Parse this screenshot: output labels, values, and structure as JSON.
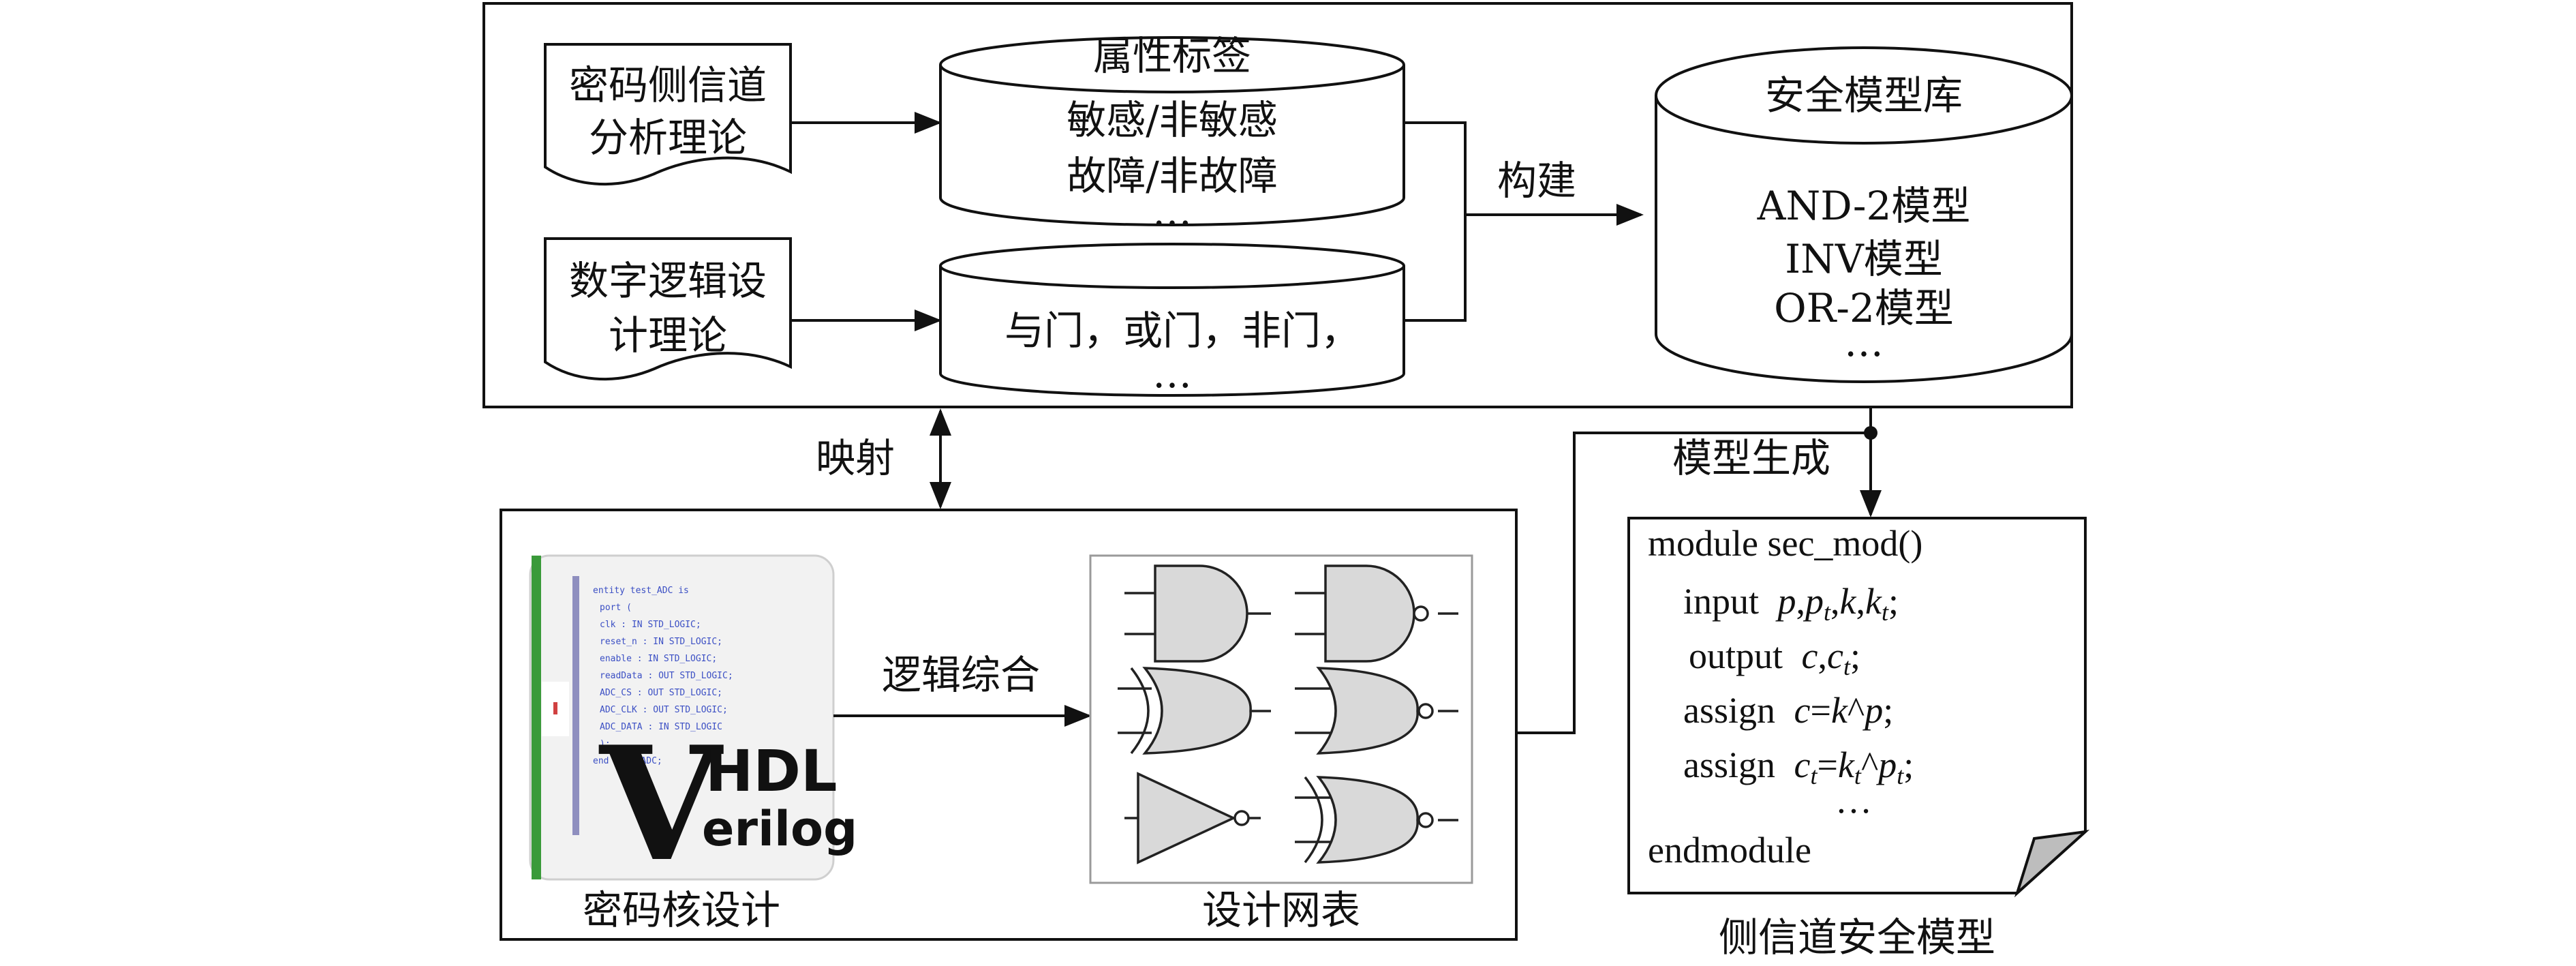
{
  "knowledge_block": {
    "doc_1": [
      "密码侧信道",
      "分析理论"
    ],
    "doc_2": [
      "数字逻辑设",
      "计理论"
    ],
    "attr_db": {
      "title": "属性标签",
      "lines": [
        "敏感/非敏感",
        "故障/非故障",
        "…"
      ]
    },
    "gates_db": {
      "lines": [
        "与门，或门，非门，",
        "…"
      ]
    },
    "build_label": "构建",
    "model_db": {
      "title": "安全模型库",
      "lines": [
        "AND-2模型",
        "INV模型",
        "OR-2模型",
        "…"
      ]
    }
  },
  "mapping_label": "映射",
  "model_gen_label": "模型生成",
  "design_block": {
    "core_caption": "密码核设计",
    "logo_text": {
      "v": "V",
      "hdl": "HDL",
      "erilog": "erilog"
    },
    "synth_label": "逻辑综合",
    "netlist_caption": "设计网表"
  },
  "model_code": {
    "line1": "module sec_mod()",
    "input_kw": "input",
    "input_vars": [
      "p",
      "p",
      "t",
      "k",
      "k",
      "t"
    ],
    "output_kw": "output",
    "output_vars": [
      "c",
      "c",
      "t"
    ],
    "assign_kw": "assign",
    "assign1": [
      "c",
      "=",
      "k",
      "^",
      "p"
    ],
    "assign2": [
      "c",
      "t",
      "=",
      "k",
      "t",
      "^",
      "p",
      "t"
    ],
    "ellipsis": "…",
    "end": "endmodule",
    "caption": "侧信道安全模型"
  },
  "colors": {
    "line": "#111111",
    "gate_fill": "#d9d9d9",
    "code_blue": "#3b4fc4",
    "logo_green": "#3a9a3a"
  }
}
